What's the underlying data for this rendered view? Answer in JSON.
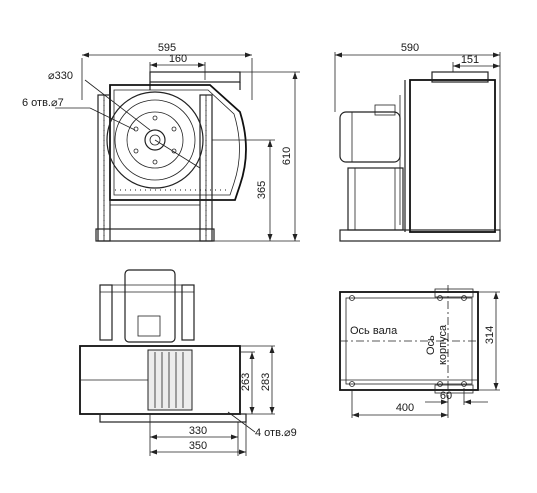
{
  "front_view": {
    "width_label": "595",
    "outlet_label": "160",
    "diameter_label": "⌀330",
    "holes_label": "6 отв.⌀7",
    "axis_height_label": "365",
    "total_height_label": "610"
  },
  "side_view": {
    "length_label": "590",
    "outlet_label": "151"
  },
  "bottom_left_view": {
    "inner_width_label": "330",
    "outer_width_label": "350",
    "inner_height_label": "263",
    "outer_height_label": "283",
    "mount_holes_label": "4 отв.⌀9"
  },
  "plan_view": {
    "shaft_axis_label": "Ось вала",
    "body_axis_line1": "Ось",
    "body_axis_line2": "корпуса",
    "depth_label": "314",
    "base_length_label": "400",
    "offset_label": "60"
  }
}
